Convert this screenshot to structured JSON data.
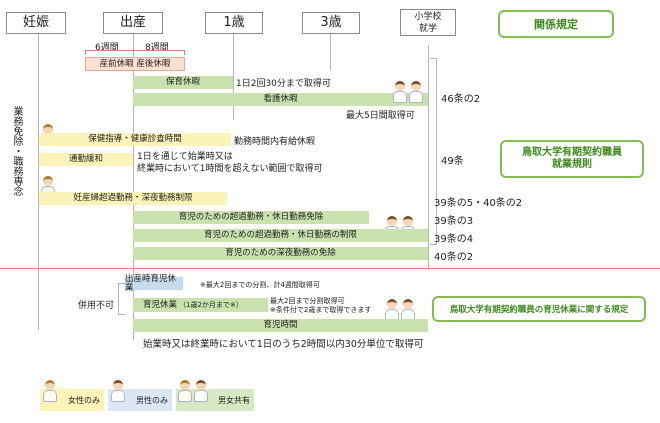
{
  "stages": [
    "妊娠",
    "出産",
    "1歳",
    "3歳",
    "小学校\n就学"
  ],
  "weeks": {
    "w1": "6週間",
    "w2": "8週間"
  },
  "side_label": "業務免除・職務専念",
  "rows": {
    "maternity": "産前休暇  産後休暇",
    "childcare_leave": "保育休暇",
    "childcare_leave_note": "1日2回30分まで取得可",
    "nursing_leave": "看護休暇",
    "nursing_note": "最大5日間取得可",
    "health_guidance": "保健指導・健康診査時間",
    "health_note": "勤務時間内有給休暇",
    "commute": "通勤緩和",
    "commute_note": "1日を通じて始業時又は\n終業時において1時間を超えない範囲で取得可",
    "pregnant_overtime": "妊産婦超過勤務・深夜勤務制限",
    "child_overtime_exempt": "育児のための超過勤務・休日勤務免除",
    "child_overtime_limit": "育児のための超過勤務・休日勤務の制限",
    "child_night_exempt": "育児のための深夜勤務の免除",
    "birth_childcare_leave": "出産時育児休業",
    "birth_childcare_note": "※最大2回までの分割、計4週間取得可",
    "combined": "併用不可",
    "childcare_leave2": "育児休業",
    "childcare_leave2_sub": "（1歳2か月まで※）",
    "childcare_leave2_note": "最大2回まで分割取得可\n※条件付で2歳まで取得できます",
    "childcare_time": "育児時間",
    "childcare_time_note": "始業時又は終業時において1日のうち2時間以内30分単位で取得可"
  },
  "articles": {
    "a1": "46条の2",
    "a2": "49条",
    "a3": "39条の5・40条の2",
    "a4": "39条の3",
    "a5": "39条の4",
    "a6": "40条の2"
  },
  "refs": {
    "header": "関係規定",
    "rules": "鳥取大学有期契約職員\n就業規則",
    "childcare_rules": "鳥取大学有期契約職員の育児休業に関する規定"
  },
  "legend": {
    "female": "女性のみ",
    "male": "男性のみ",
    "both": "男女共有"
  },
  "colors": {
    "pink_line": "#e57a8a",
    "accent_green": "#86bb55"
  }
}
